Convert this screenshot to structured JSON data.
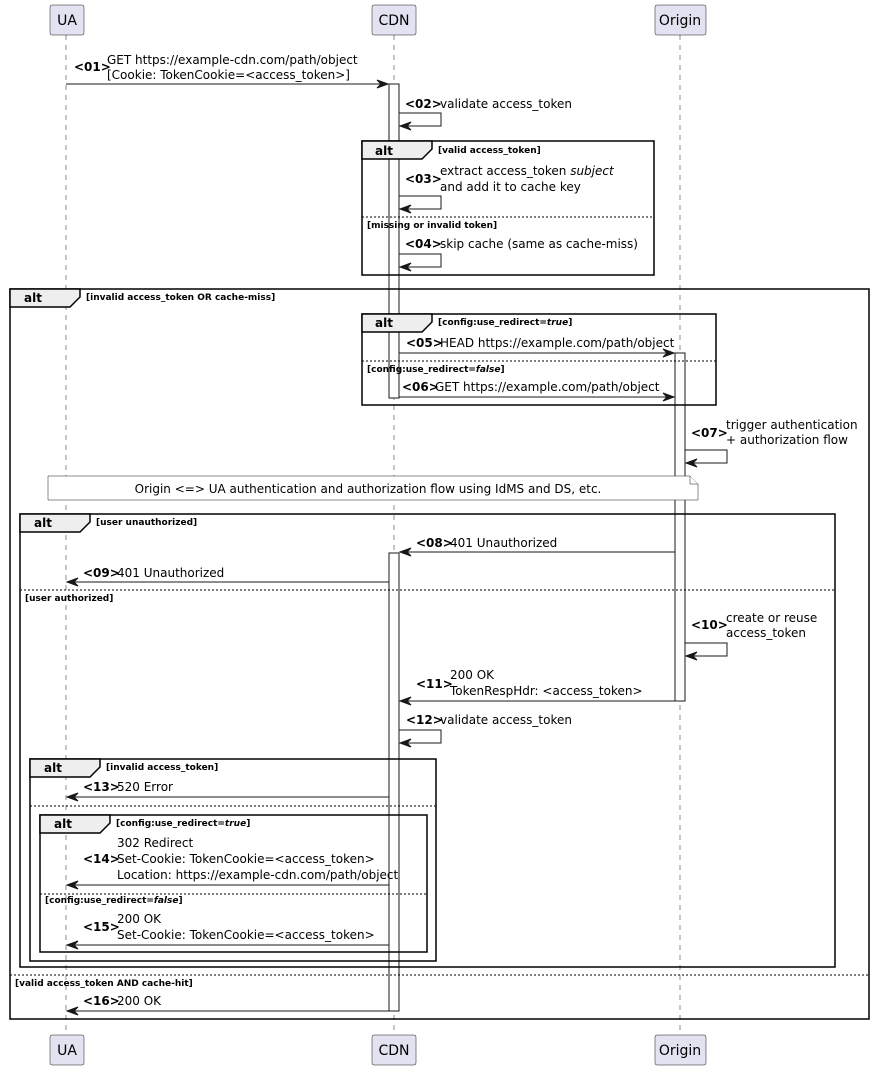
{
  "participants": {
    "ua": "UA",
    "cdn": "CDN",
    "origin": "Origin"
  },
  "frames": {
    "f1": {
      "keyword": "alt",
      "guard": "[valid access_token]",
      "else_guard": "[missing or invalid token]"
    },
    "f2": {
      "keyword": "alt",
      "guard": "[invalid access_token OR cache-miss]",
      "else_guard": "[valid access_token AND cache-hit]"
    },
    "f3": {
      "keyword": "alt",
      "guard_pre": "[config:use_redirect=",
      "guard_it": "true",
      "guard_post": "]",
      "else_pre": "[config:use_redirect=",
      "else_it": "false",
      "else_post": "]"
    },
    "f4": {
      "keyword": "alt",
      "guard": "[user unauthorized]",
      "else_guard": "[user authorized]"
    },
    "f5": {
      "keyword": "alt",
      "guard": "[invalid access_token]"
    },
    "f6": {
      "keyword": "alt",
      "guard_pre": "[config:use_redirect=",
      "guard_it": "true",
      "guard_post": "]",
      "else_pre": "[config:use_redirect=",
      "else_it": "false",
      "else_post": "]"
    }
  },
  "note": "Origin <=> UA authentication and authorization flow using IdMS and DS, etc.",
  "messages": {
    "m01": {
      "num": "<01>",
      "l1": "GET https://example-cdn.com/path/object",
      "l2": "[Cookie: TokenCookie=<access_token>]"
    },
    "m02": {
      "num": "<02>",
      "l1": "validate access_token"
    },
    "m03": {
      "num": "<03>",
      "l1_pre": "extract access_token ",
      "l1_it": "subject",
      "l2": "and add it to cache key"
    },
    "m04": {
      "num": "<04>",
      "l1": "skip cache (same as cache-miss)"
    },
    "m05": {
      "num": "<05>",
      "l1": "HEAD https://example.com/path/object"
    },
    "m06": {
      "num": "<06>",
      "l1": "GET https://example.com/path/object"
    },
    "m07": {
      "num": "<07>",
      "l1": "trigger authentication",
      "l2": "+ authorization flow"
    },
    "m08": {
      "num": "<08>",
      "l1": "401 Unauthorized"
    },
    "m09": {
      "num": "<09>",
      "l1": "401 Unauthorized"
    },
    "m10": {
      "num": "<10>",
      "l1": "create or reuse",
      "l2": "access_token"
    },
    "m11": {
      "num": "<11>",
      "l1": "200 OK",
      "l2": "TokenRespHdr: <access_token>"
    },
    "m12": {
      "num": "<12>",
      "l1": "validate access_token"
    },
    "m13": {
      "num": "<13>",
      "l1": "520 Error"
    },
    "m14": {
      "num": "<14>",
      "l1": "302 Redirect",
      "l2": "Set-Cookie: TokenCookie=<access_token>",
      "l3": "Location: https://example-cdn.com/path/object"
    },
    "m15": {
      "num": "<15>",
      "l1": "200 OK",
      "l2": "Set-Cookie: TokenCookie=<access_token>"
    },
    "m16": {
      "num": "<16>",
      "l1": "200 OK"
    }
  }
}
